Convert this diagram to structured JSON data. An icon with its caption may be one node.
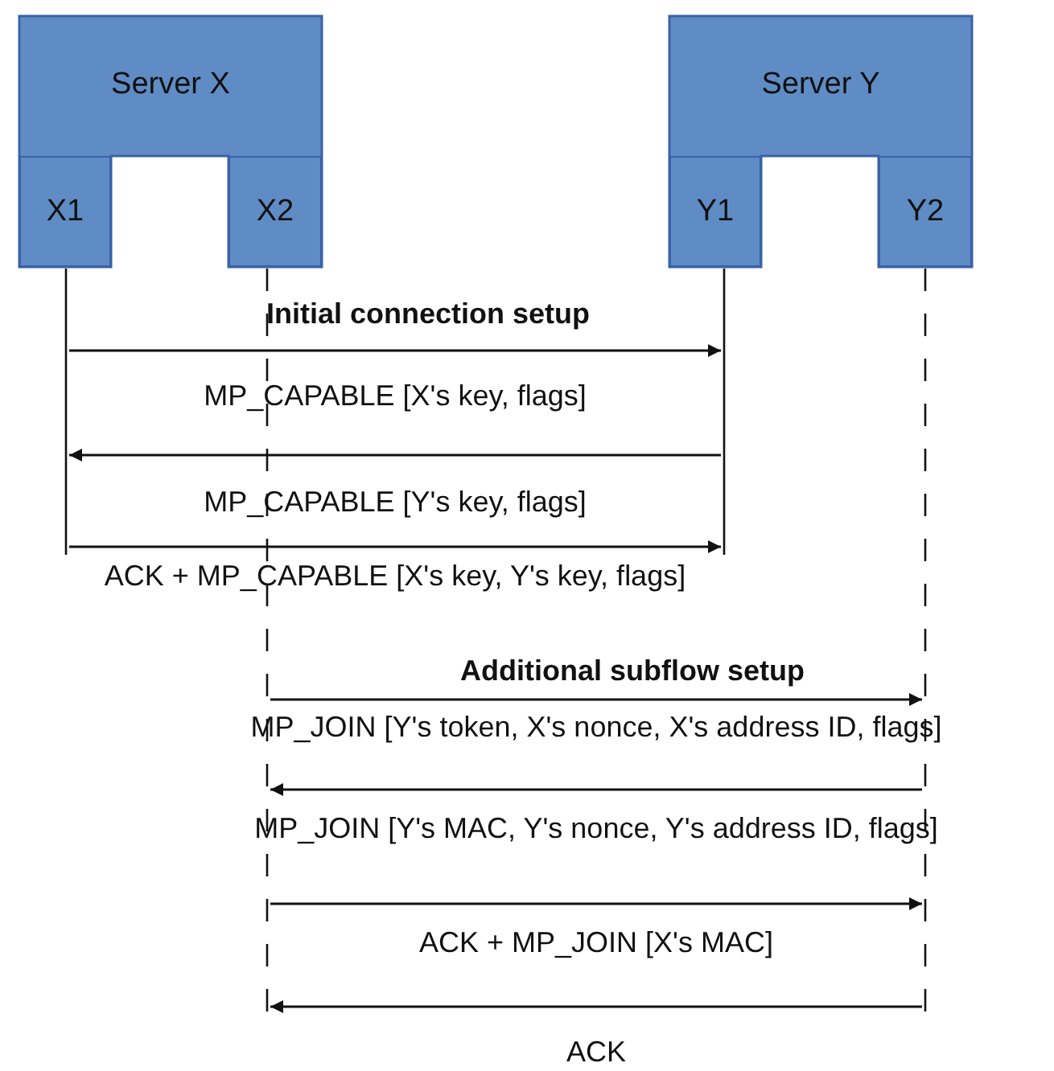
{
  "diagram": {
    "nodes": [
      {
        "text": [
          "Server X"
        ]
      },
      {
        "text": [
          "X1"
        ],
        "in": 0
      },
      {
        "text": [
          "X2"
        ],
        "in": 0
      },
      {
        "text": [
          "Server Y"
        ]
      },
      {
        "text": [
          "Y1"
        ],
        "in": 3
      },
      {
        "text": [
          "Y2"
        ],
        "in": 3
      },
      {
        "text": [],
        "shape": "line"
      },
      {
        "text": [],
        "shape": "line"
      },
      {
        "text": [],
        "shape": "line"
      },
      {
        "text": [],
        "shape": "line"
      }
    ],
    "edges": [
      {
        "from": 6,
        "to": 8,
        "arrow": "to",
        "label": "MP_CAPABLE [X's key, flags]"
      },
      {
        "from": 8,
        "to": 6,
        "arrow": "to",
        "label": "MP_CAPABLE [Y's key, flags]"
      },
      {
        "from": 6,
        "to": 8,
        "arrow": "to",
        "label": "ACK + MP_CAPABLE [X's key, Y's key, flags]"
      },
      {
        "from": 7,
        "to": 9,
        "arrow": "to",
        "label": "MP_JOIN [Y's token, X's nonce, X's address ID, flags]"
      },
      {
        "from": 9,
        "to": 7,
        "arrow": "to",
        "label": "MP_JOIN [Y's MAC, Y's nonce, Y's address ID, flags]"
      },
      {
        "from": 7,
        "to": 9,
        "arrow": "to",
        "label": "ACK + MP_JOIN [X's MAC]"
      },
      {
        "from": 9,
        "to": 7,
        "arrow": "to",
        "label": "ACK"
      }
    ],
    "labels": [
      "Initial connection setup",
      "Additional subflow setup"
    ]
  }
}
